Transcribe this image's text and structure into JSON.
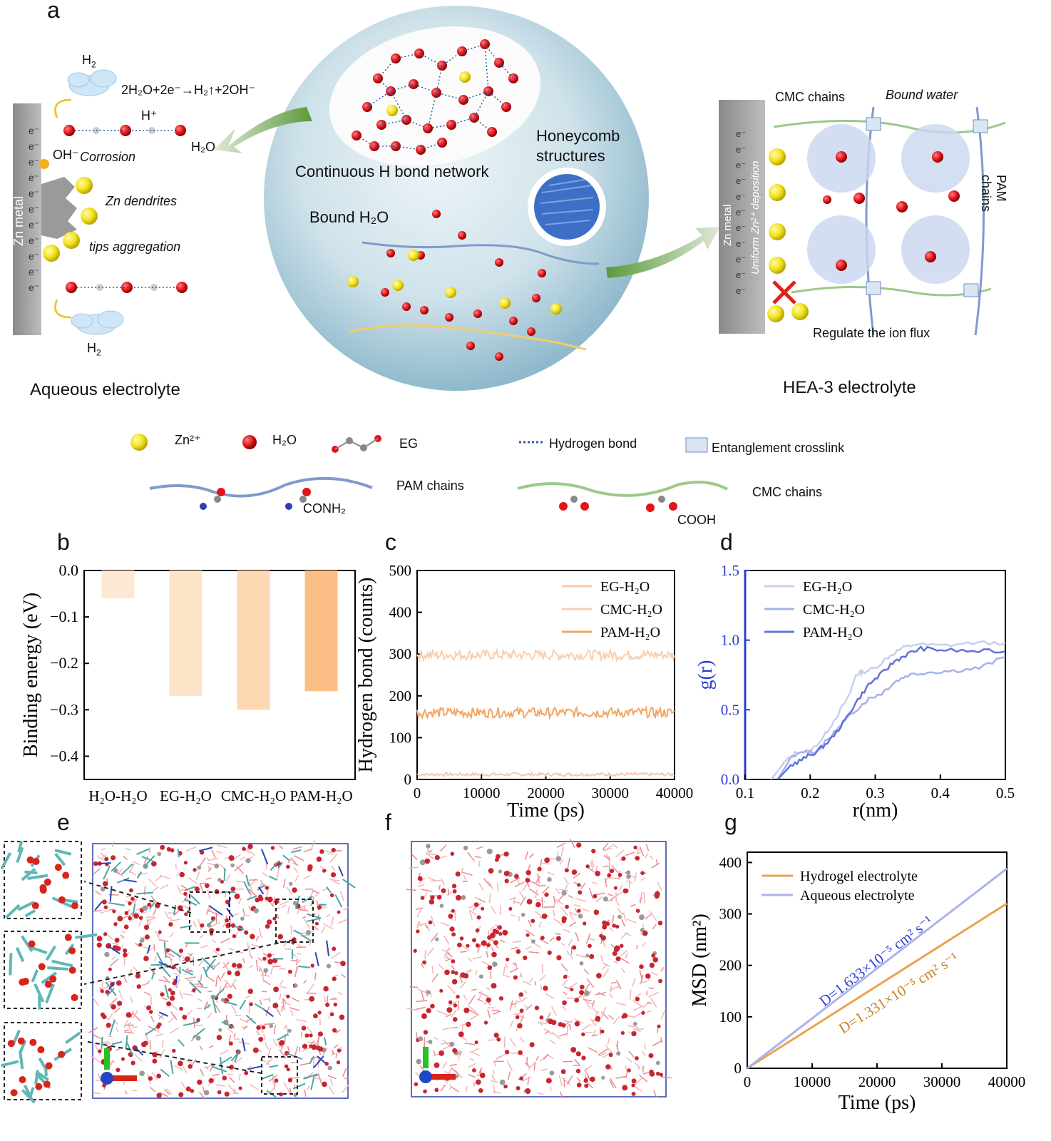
{
  "panel_a": {
    "label": "a",
    "left": {
      "h2_top": "H",
      "h2_top_sub": "2",
      "reaction": "2H₂O+2e⁻→H₂↑+2OH⁻",
      "h_plus": "H⁺",
      "h2o": "H₂O",
      "oh": "OH⁻",
      "corrosion": "Corrosion",
      "zn_dendrites": "Zn dendrites",
      "tips": "tips aggregation",
      "zn_metal": "Zn metal",
      "h2_bottom": "H",
      "h2_bottom_sub": "2",
      "title": "Aqueous electrolyte"
    },
    "center": {
      "continuous": "Continuous H bond network",
      "honeycomb_1": "Honeycomb",
      "honeycomb_2": "structures",
      "bound": "Bound H₂O"
    },
    "right": {
      "cmc": "CMC chains",
      "bound_water": "Bound water",
      "pam": "PAM chains",
      "uniform": "Uniform Zn²⁺ deposition",
      "zn_metal": "Zn metal",
      "regulate": "Regulate the ion flux",
      "title": "HEA-3 electrolyte"
    },
    "legend": {
      "zn": "Zn²⁺",
      "h2o": "H₂O",
      "eg": "EG",
      "hbond": "Hydrogen bond",
      "entangle": "Entanglement crosslink",
      "pam": "PAM chains",
      "conh2": "CONH₂",
      "cmc": "CMC chains",
      "cooh": "COOH"
    }
  },
  "panel_labels": {
    "b": "b",
    "c": "c",
    "d": "d",
    "e": "e",
    "f": "f",
    "g": "g"
  },
  "colors": {
    "zn": "#f2e21a",
    "o": "#e0151b",
    "pam_chain": "#7f9bcc",
    "cmc_chain": "#9cc98a",
    "eg_bar": "#fde3c8",
    "cmc_bar": "#fdd8b3",
    "pam_bar": "#fbbf86",
    "hbond": "#2e5aa8"
  },
  "chart_data": [
    {
      "id": "b",
      "type": "bar",
      "categories": [
        "H₂O-H₂O",
        "EG-H₂O",
        "CMC-H₂O",
        "PAM-H₂O"
      ],
      "values": [
        -0.06,
        -0.27,
        -0.3,
        -0.26
      ],
      "ylabel": "Binding energy (eV)",
      "ylim": [
        -0.45,
        0.0
      ],
      "yticks": [
        "0.0",
        "−0.1",
        "−0.2",
        "−0.3",
        "−0.4"
      ],
      "colors": [
        "#fde8d4",
        "#fde3c8",
        "#fdd8b3",
        "#fbbf86"
      ]
    },
    {
      "id": "c",
      "type": "line",
      "xlabel": "Time (ps)",
      "ylabel": "Hydrogen bond (counts)",
      "xlim": [
        0,
        40000
      ],
      "ylim": [
        0,
        500
      ],
      "xticks": [
        "0",
        "10000",
        "20000",
        "30000",
        "40000"
      ],
      "yticks": [
        "0",
        "100",
        "200",
        "300",
        "400",
        "500"
      ],
      "series": [
        {
          "name": "EG-H₂O",
          "mean": 12,
          "color": "#f7c9a8"
        },
        {
          "name": "CMC-H₂O",
          "mean": 298,
          "color": "#f8cfb0"
        },
        {
          "name": "PAM-H₂O",
          "mean": 160,
          "color": "#f2a662"
        }
      ],
      "legend": "top-right"
    },
    {
      "id": "d",
      "type": "line",
      "xlabel": "r(nm)",
      "ylabel": "g(r)",
      "xlim": [
        0.1,
        0.5
      ],
      "ylim": [
        0.0,
        1.5
      ],
      "xticks": [
        "0.1",
        "0.2",
        "0.3",
        "0.4",
        "0.5"
      ],
      "yticks": [
        "0.0",
        "0.5",
        "1.0",
        "1.5"
      ],
      "series": [
        {
          "name": "EG-H₂O",
          "color": "#c7cff0",
          "x": [
            0.14,
            0.16,
            0.18,
            0.2,
            0.22,
            0.24,
            0.26,
            0.27,
            0.28,
            0.3,
            0.32,
            0.34,
            0.36,
            0.4,
            0.45,
            0.5
          ],
          "y": [
            0.0,
            0.12,
            0.2,
            0.2,
            0.3,
            0.45,
            0.6,
            0.75,
            0.77,
            0.8,
            0.88,
            0.94,
            0.97,
            0.96,
            0.98,
            0.98
          ]
        },
        {
          "name": "CMC-H₂O",
          "color": "#a5b2ea",
          "x": [
            0.15,
            0.17,
            0.19,
            0.21,
            0.23,
            0.25,
            0.27,
            0.29,
            0.31,
            0.33,
            0.35,
            0.38,
            0.42,
            0.46,
            0.5
          ],
          "y": [
            0.0,
            0.15,
            0.2,
            0.2,
            0.3,
            0.4,
            0.5,
            0.58,
            0.62,
            0.7,
            0.75,
            0.77,
            0.78,
            0.8,
            0.88
          ]
        },
        {
          "name": "PAM-H₂O",
          "color": "#5f73d8",
          "x": [
            0.15,
            0.17,
            0.19,
            0.21,
            0.23,
            0.25,
            0.27,
            0.29,
            0.31,
            0.33,
            0.35,
            0.37,
            0.4,
            0.45,
            0.5
          ],
          "y": [
            0.0,
            0.1,
            0.15,
            0.2,
            0.28,
            0.4,
            0.55,
            0.68,
            0.76,
            0.85,
            0.9,
            0.94,
            0.93,
            0.92,
            0.92
          ]
        }
      ],
      "legend": "top-left"
    },
    {
      "id": "g",
      "type": "line",
      "xlabel": "Time (ps)",
      "ylabel": "MSD (nm²)",
      "xlim": [
        0,
        40000
      ],
      "ylim": [
        0,
        420
      ],
      "xticks": [
        "0",
        "10000",
        "20000",
        "30000",
        "40000"
      ],
      "yticks": [
        "0",
        "100",
        "200",
        "300",
        "400"
      ],
      "series": [
        {
          "name": "Hydrogel electrolyte",
          "color": "#eaa34f",
          "x": [
            0,
            40000
          ],
          "y": [
            0,
            320
          ]
        },
        {
          "name": "Aqueous electrolyte",
          "color": "#aab4ec",
          "x": [
            0,
            40000
          ],
          "y": [
            0,
            388
          ]
        }
      ],
      "annotations": [
        "D=1.633×10⁻⁵ cm² s⁻¹",
        "D=1.331×10⁻⁵ cm² s⁻¹"
      ],
      "legend": "top-left"
    }
  ]
}
